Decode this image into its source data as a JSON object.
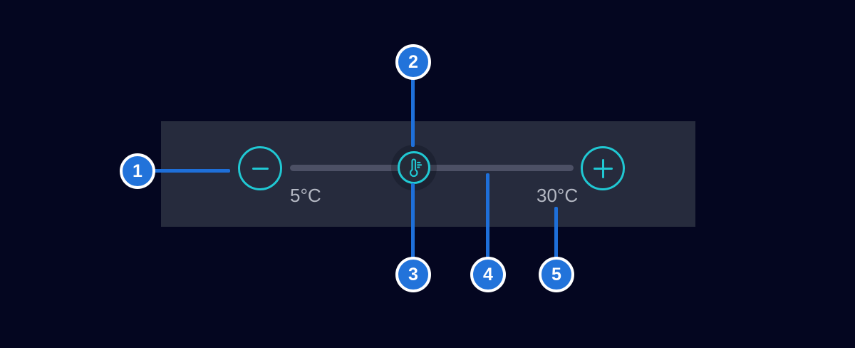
{
  "colors": {
    "background": "#040620",
    "panel": "#262b3d",
    "accent_teal": "#20c8d3",
    "track_gray": "#4c5065",
    "label_gray": "#b4b8c3",
    "badge_blue": "#2273da",
    "badge_ring": "#ffffff",
    "callout_line_blue": "#1e6fd9"
  },
  "slider": {
    "name": "temperature-slider",
    "min_label": "5°C",
    "max_label": "30°C",
    "decrease_icon": "minus-icon",
    "increase_icon": "plus-icon",
    "handle_icon": "thermometer-icon"
  },
  "callouts": [
    {
      "number": "1",
      "points_to": "decrease-temperature-button"
    },
    {
      "number": "2",
      "points_to": "slider-handle"
    },
    {
      "number": "3",
      "points_to": "slider-handle"
    },
    {
      "number": "4",
      "points_to": "slider-track"
    },
    {
      "number": "5",
      "points_to": "max-temperature-label"
    }
  ]
}
